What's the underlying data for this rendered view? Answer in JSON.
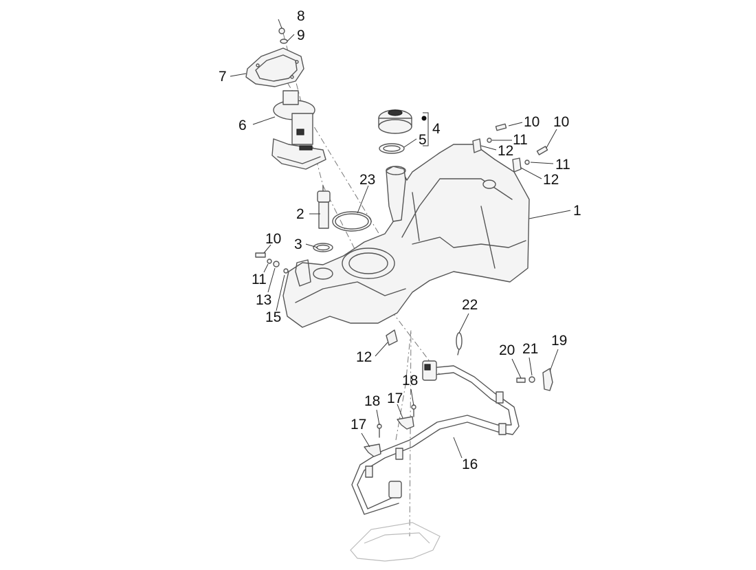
{
  "diagram": {
    "callouts": [
      {
        "key": "p1",
        "text": "1"
      },
      {
        "key": "p2",
        "text": "2"
      },
      {
        "key": "p3",
        "text": "3"
      },
      {
        "key": "p4",
        "text": "4"
      },
      {
        "key": "p5",
        "text": "5"
      },
      {
        "key": "p6",
        "text": "6"
      },
      {
        "key": "p7",
        "text": "7"
      },
      {
        "key": "p8",
        "text": "8"
      },
      {
        "key": "p9",
        "text": "9"
      },
      {
        "key": "p10a",
        "text": "10"
      },
      {
        "key": "p10b",
        "text": "10"
      },
      {
        "key": "p10c",
        "text": "10"
      },
      {
        "key": "p11a",
        "text": "11"
      },
      {
        "key": "p11b",
        "text": "11"
      },
      {
        "key": "p11c",
        "text": "11"
      },
      {
        "key": "p12a",
        "text": "12"
      },
      {
        "key": "p12b",
        "text": "12"
      },
      {
        "key": "p12c",
        "text": "12"
      },
      {
        "key": "p13",
        "text": "13"
      },
      {
        "key": "p15",
        "text": "15"
      },
      {
        "key": "p16",
        "text": "16"
      },
      {
        "key": "p17a",
        "text": "17"
      },
      {
        "key": "p17b",
        "text": "17"
      },
      {
        "key": "p18a",
        "text": "18"
      },
      {
        "key": "p18b",
        "text": "18"
      },
      {
        "key": "p19",
        "text": "19"
      },
      {
        "key": "p20",
        "text": "20"
      },
      {
        "key": "p21",
        "text": "21"
      },
      {
        "key": "p22",
        "text": "22"
      },
      {
        "key": "p23",
        "text": "23"
      }
    ]
  }
}
